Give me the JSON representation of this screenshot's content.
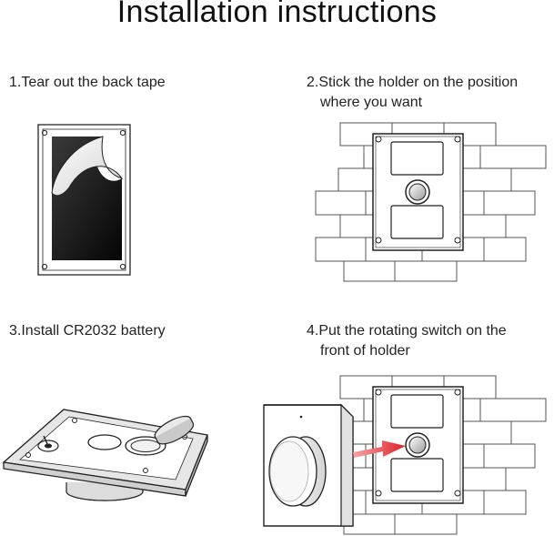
{
  "page": {
    "title": "Installation instructions"
  },
  "steps": [
    {
      "line1": "1.Tear out the back tape",
      "line2": ""
    },
    {
      "line1": "2.Stick the holder on the position",
      "line2": "where you want"
    },
    {
      "line1": "3.Install CR2032 battery",
      "line2": ""
    },
    {
      "line1": "4.Put the rotating switch on the",
      "line2": "front of holder"
    }
  ],
  "colors": {
    "ink": "#222222",
    "tape": "#1a1a1a",
    "arrow": "#e0202a"
  },
  "icons": [
    "backplate-tape",
    "brick-wall",
    "holder-plate",
    "battery-plate",
    "rotary-switch",
    "arrow-right"
  ]
}
